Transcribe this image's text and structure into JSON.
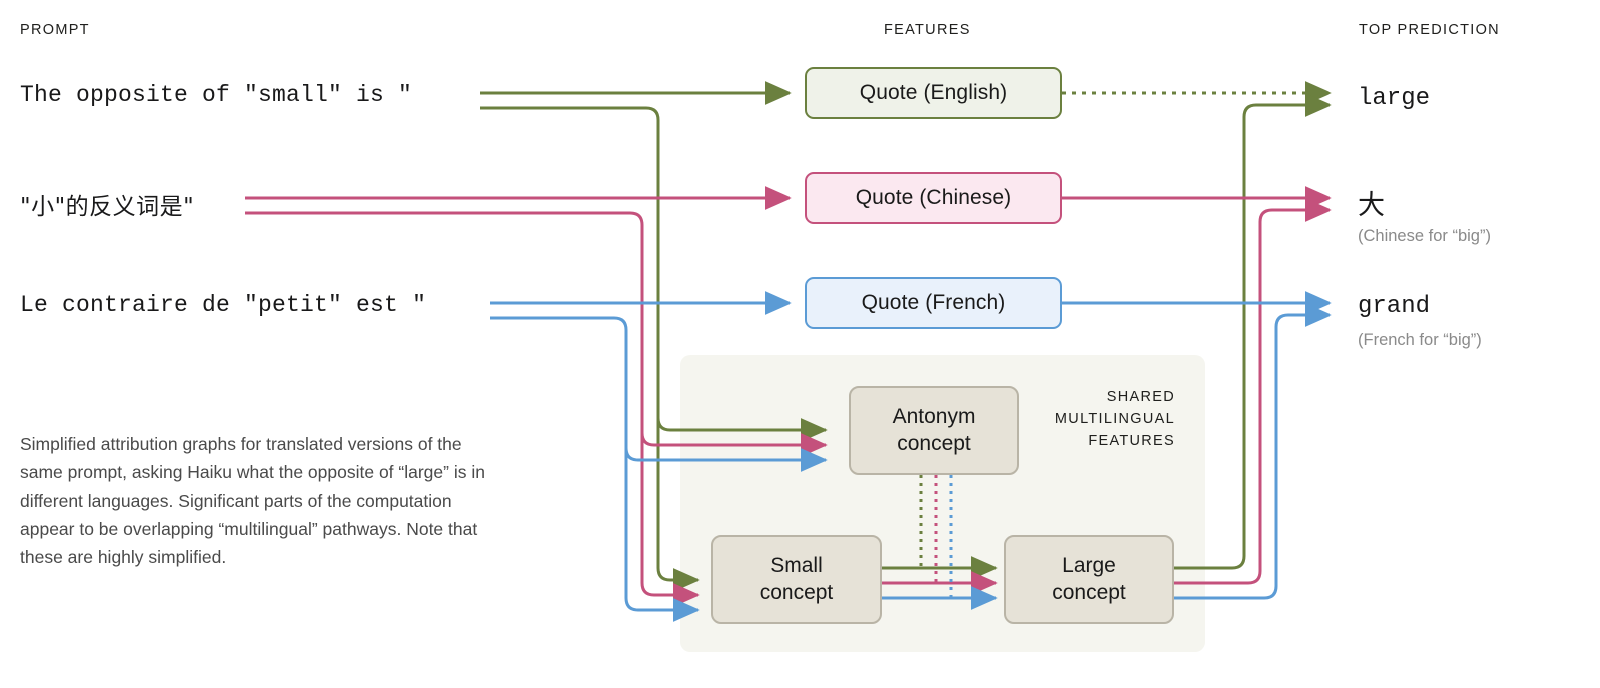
{
  "columns": {
    "prompt": "PROMPT",
    "features": "FEATURES",
    "top_prediction": "TOP PREDICTION"
  },
  "colors": {
    "english": "#6b803f",
    "chinese": "#c4517c",
    "french": "#5b9bd5",
    "concept_fill": "#e6e2d7",
    "concept_border": "#b9b4a6",
    "panel_fill": "#f5f5ef",
    "english_fill": "#eff2e9",
    "chinese_fill": "#fbe8f0",
    "french_fill": "#e9f1fb",
    "text": "#19191a",
    "muted": "#8a8a8a"
  },
  "rows": [
    {
      "lang": "english",
      "prompt": "The opposite of \"small\" is \"",
      "cjk": false,
      "feature": "Quote (English)",
      "prediction": "large",
      "prediction_cjk": false,
      "prediction_note": ""
    },
    {
      "lang": "chinese",
      "prompt": "\"小\"的反义词是\"",
      "cjk": true,
      "feature": "Quote (Chinese)",
      "prediction": "大",
      "prediction_cjk": true,
      "prediction_note": "(Chinese for “big”)"
    },
    {
      "lang": "french",
      "prompt": "Le contraire de \"petit\" est \"",
      "cjk": false,
      "feature": "Quote (French)",
      "prediction": "grand",
      "prediction_cjk": false,
      "prediction_note": "(French for “big”)"
    }
  ],
  "shared": {
    "label_line1": "SHARED",
    "label_line2": "MULTILINGUAL",
    "label_line3": "FEATURES",
    "concepts": [
      {
        "id": "antonym",
        "line1": "Antonym",
        "line2": "concept"
      },
      {
        "id": "small",
        "line1": "Small",
        "line2": "concept"
      },
      {
        "id": "large",
        "line1": "Large",
        "line2": "concept"
      }
    ]
  },
  "caption": "Simplified attribution graphs for translated versions of the same prompt,  asking Haiku what the opposite of “large” is in different languages. Significant parts of the computation appear to be overlapping “multilingual” pathways. Note that these are highly simplified."
}
